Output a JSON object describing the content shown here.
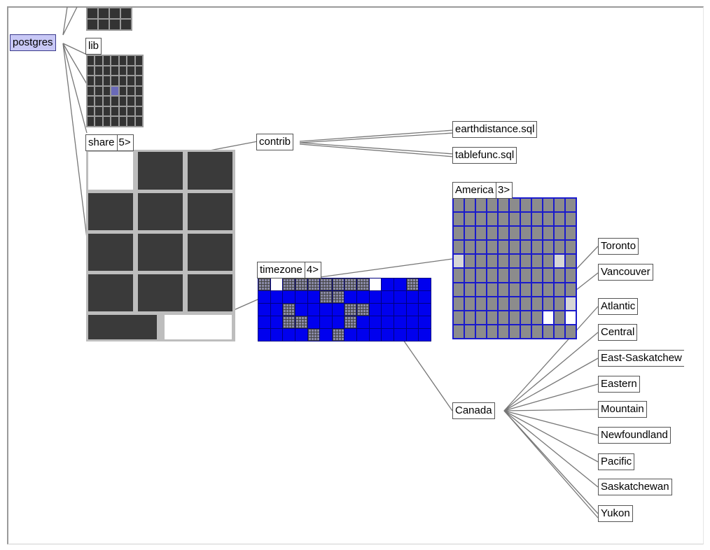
{
  "nodes": {
    "postgres": "postgres",
    "lib": "lib",
    "share": "share",
    "share_badge": "5>",
    "contrib": "contrib",
    "earthdistance": "earthdistance.sql",
    "tablefunc": "tablefunc.sql",
    "america": "America",
    "america_badge": "3>",
    "timezone": "timezone",
    "timezone_badge": "4>",
    "toronto": "Toronto",
    "vancouver": "Vancouver",
    "canada": "Canada",
    "canada_children": [
      "Atlantic",
      "Central",
      "East-Saskatchew",
      "Eastern",
      "Mountain",
      "Newfoundland",
      "Pacific",
      "Saskatchewan",
      "Yukon"
    ]
  },
  "colors": {
    "selected_node": "#c8c8f6",
    "treemap_dark": "#3a3a3a",
    "treemap_blue": "#0000ee",
    "america_border": "#1a1acc",
    "edge": "#777777"
  }
}
